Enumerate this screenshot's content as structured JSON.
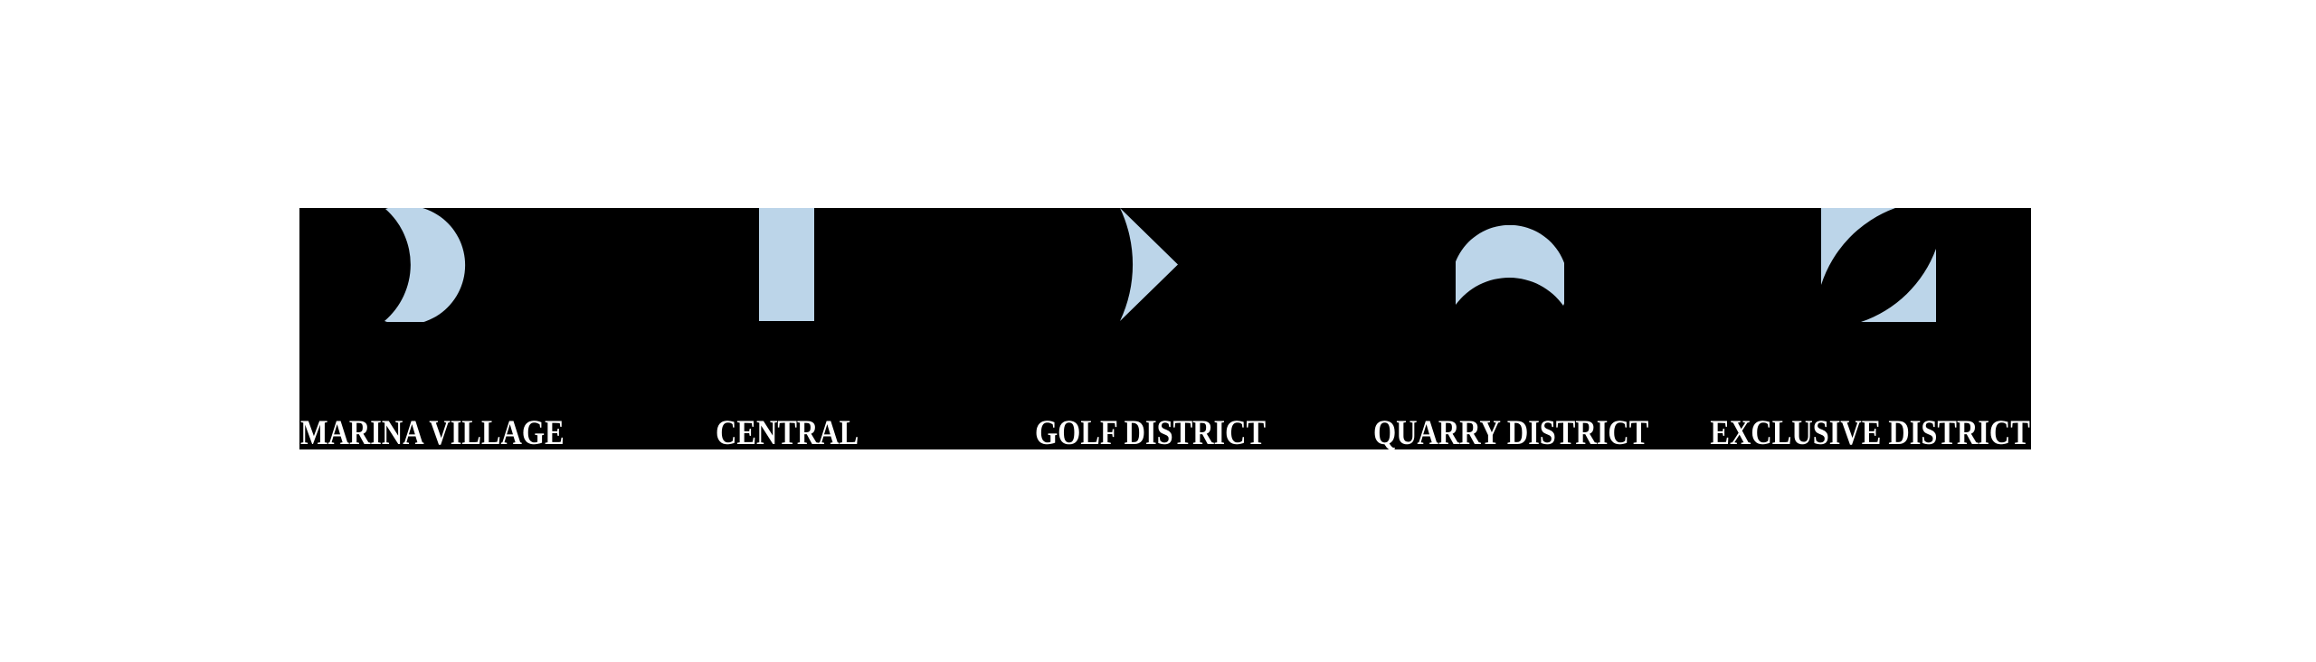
{
  "page": {
    "background": "#FFFFFF"
  },
  "band": {
    "background": "#000000"
  },
  "colors": {
    "shape_blue": "#BCD5E9",
    "band_black": "#000000",
    "label_white": "#FFFFFF"
  },
  "districts": [
    {
      "label": "MARINA VILLAGE",
      "icon": "crescent-moon-icon"
    },
    {
      "label": "CENTRAL",
      "icon": "pillar-bar-icon"
    },
    {
      "label": "GOLF DISTRICT",
      "icon": "sail-arrow-icon"
    },
    {
      "label": "QUARRY DISTRICT",
      "icon": "arch-dome-icon"
    },
    {
      "label": "EXCLUSIVE DISTRICT",
      "icon": "leaf-square-icon"
    }
  ]
}
